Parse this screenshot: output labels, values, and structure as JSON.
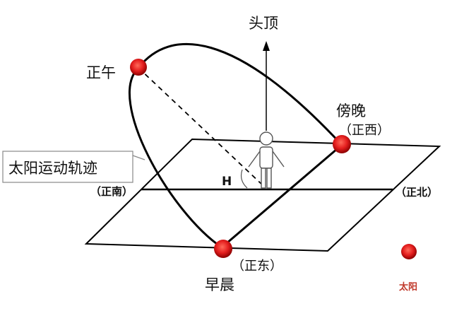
{
  "labels": {
    "zenith": "头顶",
    "noon": "正午",
    "evening": "傍晚",
    "west": "（正西）",
    "sun_path": "太阳运动轨迹",
    "south": "（正南）",
    "north": "（正北）",
    "east": "（正东）",
    "morning": "早晨",
    "angle": "H",
    "legend": "太阳"
  },
  "colors": {
    "sun_fill": "#e41e1e",
    "sun_core": "#ff3b3b",
    "sun_glow": "#7a0000",
    "line": "#000000",
    "accent_text": "#c0392b"
  }
}
